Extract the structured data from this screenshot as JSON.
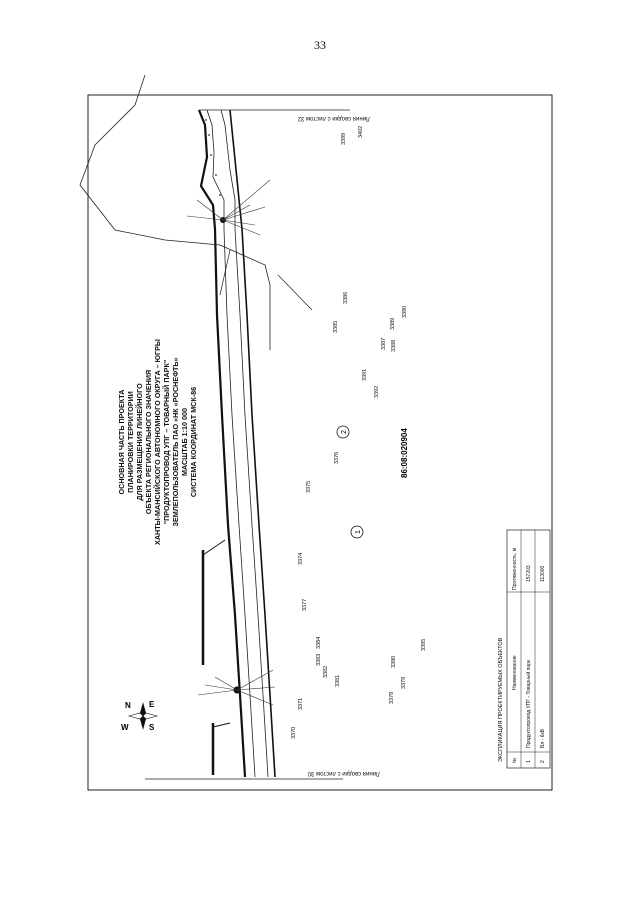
{
  "page": {
    "number": "33"
  },
  "title_block": {
    "lines": [
      "ОСНОВНАЯ ЧАСТЬ ПРОЕКТА",
      "ПЛАНИРОВКИ ТЕРРИТОРИИ",
      "ДЛЯ РАЗМЕЩЕНИЯ ЛИНЕЙНОГО",
      "ОБЪЕКТА РЕГИОНАЛЬНОГО ЗНАЧЕНИЯ",
      "ХАНТЫ-МАНСИЙСКОГО АВТОНОМНОГО ОКРУГА – ЮГРЫ",
      "\"ПРОДУКТОПРОВОД УПГ – ТОВАРНЫЙ ПАРК\"",
      "ЗЕМЛЕПОЛЬЗОВАТЕЛЬ ПАО «НК «РОСНЕФТЬ»",
      "МАСШТАБ 1:10 000",
      "СИСТЕМА КООРДИНАТ МСК-86"
    ]
  },
  "cadastral_number": "86:08:020904",
  "sheet_links": {
    "top": "Линия сводки с листом 32",
    "bottom": "Линия сводки с листом 30"
  },
  "compass": {
    "n": "N",
    "s": "S",
    "e": "E",
    "w": "W"
  },
  "route_markers": [
    "1",
    "2"
  ],
  "points": [
    "3399",
    "3402",
    "3386",
    "3385",
    "3390",
    "3389",
    "3387",
    "3388",
    "3391",
    "3392",
    "3376",
    "3375",
    "3374",
    "3377",
    "3384",
    "3383",
    "3382",
    "3381",
    "3378",
    "3379",
    "3380",
    "3395",
    "3371",
    "3370"
  ],
  "legend": {
    "title": "ЭКСПЛИКАЦИЯ ПРОЕКТИРУЕМЫХ ОБЪЕКТОВ",
    "headers": [
      "№",
      "Наименование",
      "Протяженность, м"
    ],
    "rows": [
      {
        "num": "1",
        "name": "Продуктопровод УПГ - Товарный парк",
        "length": "157203"
      },
      {
        "num": "2",
        "name": "Вл - 6кВ",
        "length": "113000"
      }
    ]
  }
}
